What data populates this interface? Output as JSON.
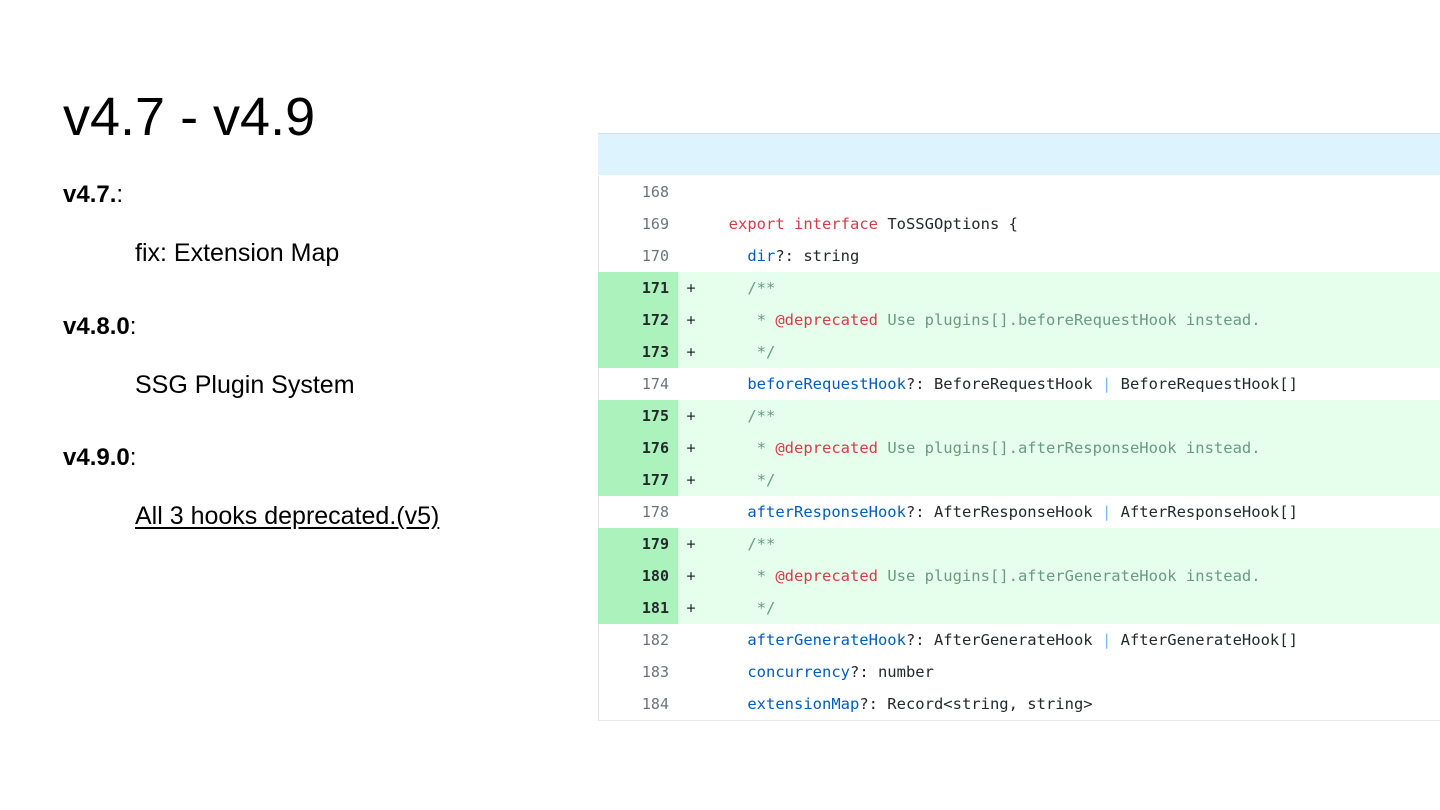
{
  "slide": {
    "title": "v4.7 - v4.9",
    "bullets": [
      {
        "version": "v4.7.",
        "suffix": ":",
        "detail": "fix: Extension Map",
        "underline": false
      },
      {
        "version": "v4.8.0",
        "suffix": ":",
        "detail": "SSG Plugin System",
        "underline": false
      },
      {
        "version": "v4.9.0",
        "suffix": ":",
        "detail": "All 3 hooks deprecated.(v5)",
        "underline": true
      }
    ]
  },
  "colors": {
    "added_row_bg": "#e6ffec",
    "added_gutter_bg": "#abf2bc",
    "hunk_header_bg": "#ddf4ff",
    "context_row_bg": "#ffffff",
    "keyword": "#d73a49",
    "property": "#005cc5",
    "comment": "#6a9b7d",
    "deprecated_tag": "#d73a49",
    "pipe": "#79b8ff",
    "line_number": "#6a737d"
  },
  "diff": {
    "hunk_header_text": "",
    "rows": [
      {
        "num": "168",
        "marker": "",
        "type": "context",
        "tokens": []
      },
      {
        "num": "169",
        "marker": "",
        "type": "context",
        "tokens": [
          {
            "t": "  ",
            "c": "plain"
          },
          {
            "t": "export interface ",
            "c": "kw"
          },
          {
            "t": "ToSSGOptions",
            "c": "type"
          },
          {
            "t": " {",
            "c": "plain"
          }
        ]
      },
      {
        "num": "170",
        "marker": "",
        "type": "context",
        "tokens": [
          {
            "t": "    ",
            "c": "plain"
          },
          {
            "t": "dir",
            "c": "prop"
          },
          {
            "t": "?: string",
            "c": "plain"
          }
        ]
      },
      {
        "num": "171",
        "marker": "+",
        "type": "added",
        "tokens": [
          {
            "t": "    /**",
            "c": "cm"
          }
        ]
      },
      {
        "num": "172",
        "marker": "+",
        "type": "added",
        "tokens": [
          {
            "t": "     * ",
            "c": "cm"
          },
          {
            "t": "@deprecated",
            "c": "dep"
          },
          {
            "t": " Use plugins[].beforeRequestHook instead.",
            "c": "cm"
          }
        ]
      },
      {
        "num": "173",
        "marker": "+",
        "type": "added",
        "tokens": [
          {
            "t": "     */",
            "c": "cm"
          }
        ]
      },
      {
        "num": "174",
        "marker": "",
        "type": "context",
        "tokens": [
          {
            "t": "    ",
            "c": "plain"
          },
          {
            "t": "beforeRequestHook",
            "c": "prop"
          },
          {
            "t": "?: BeforeRequestHook ",
            "c": "plain"
          },
          {
            "t": "|",
            "c": "pipe"
          },
          {
            "t": " BeforeRequestHook[]",
            "c": "plain"
          }
        ]
      },
      {
        "num": "175",
        "marker": "+",
        "type": "added",
        "tokens": [
          {
            "t": "    /**",
            "c": "cm"
          }
        ]
      },
      {
        "num": "176",
        "marker": "+",
        "type": "added",
        "tokens": [
          {
            "t": "     * ",
            "c": "cm"
          },
          {
            "t": "@deprecated",
            "c": "dep"
          },
          {
            "t": " Use plugins[].afterResponseHook instead.",
            "c": "cm"
          }
        ]
      },
      {
        "num": "177",
        "marker": "+",
        "type": "added",
        "tokens": [
          {
            "t": "     */",
            "c": "cm"
          }
        ]
      },
      {
        "num": "178",
        "marker": "",
        "type": "context",
        "tokens": [
          {
            "t": "    ",
            "c": "plain"
          },
          {
            "t": "afterResponseHook",
            "c": "prop"
          },
          {
            "t": "?: AfterResponseHook ",
            "c": "plain"
          },
          {
            "t": "|",
            "c": "pipe"
          },
          {
            "t": " AfterResponseHook[]",
            "c": "plain"
          }
        ]
      },
      {
        "num": "179",
        "marker": "+",
        "type": "added",
        "tokens": [
          {
            "t": "    /**",
            "c": "cm"
          }
        ]
      },
      {
        "num": "180",
        "marker": "+",
        "type": "added",
        "tokens": [
          {
            "t": "     * ",
            "c": "cm"
          },
          {
            "t": "@deprecated",
            "c": "dep"
          },
          {
            "t": " Use plugins[].afterGenerateHook instead.",
            "c": "cm"
          }
        ]
      },
      {
        "num": "181",
        "marker": "+",
        "type": "added",
        "tokens": [
          {
            "t": "     */",
            "c": "cm"
          }
        ]
      },
      {
        "num": "182",
        "marker": "",
        "type": "context",
        "tokens": [
          {
            "t": "    ",
            "c": "plain"
          },
          {
            "t": "afterGenerateHook",
            "c": "prop"
          },
          {
            "t": "?: AfterGenerateHook ",
            "c": "plain"
          },
          {
            "t": "|",
            "c": "pipe"
          },
          {
            "t": " AfterGenerateHook[]",
            "c": "plain"
          }
        ]
      },
      {
        "num": "183",
        "marker": "",
        "type": "context",
        "tokens": [
          {
            "t": "    ",
            "c": "plain"
          },
          {
            "t": "concurrency",
            "c": "prop"
          },
          {
            "t": "?: number",
            "c": "plain"
          }
        ]
      },
      {
        "num": "184",
        "marker": "",
        "type": "context",
        "tokens": [
          {
            "t": "    ",
            "c": "plain"
          },
          {
            "t": "extensionMap",
            "c": "prop"
          },
          {
            "t": "?: Record<string, string>",
            "c": "plain"
          }
        ]
      }
    ]
  }
}
